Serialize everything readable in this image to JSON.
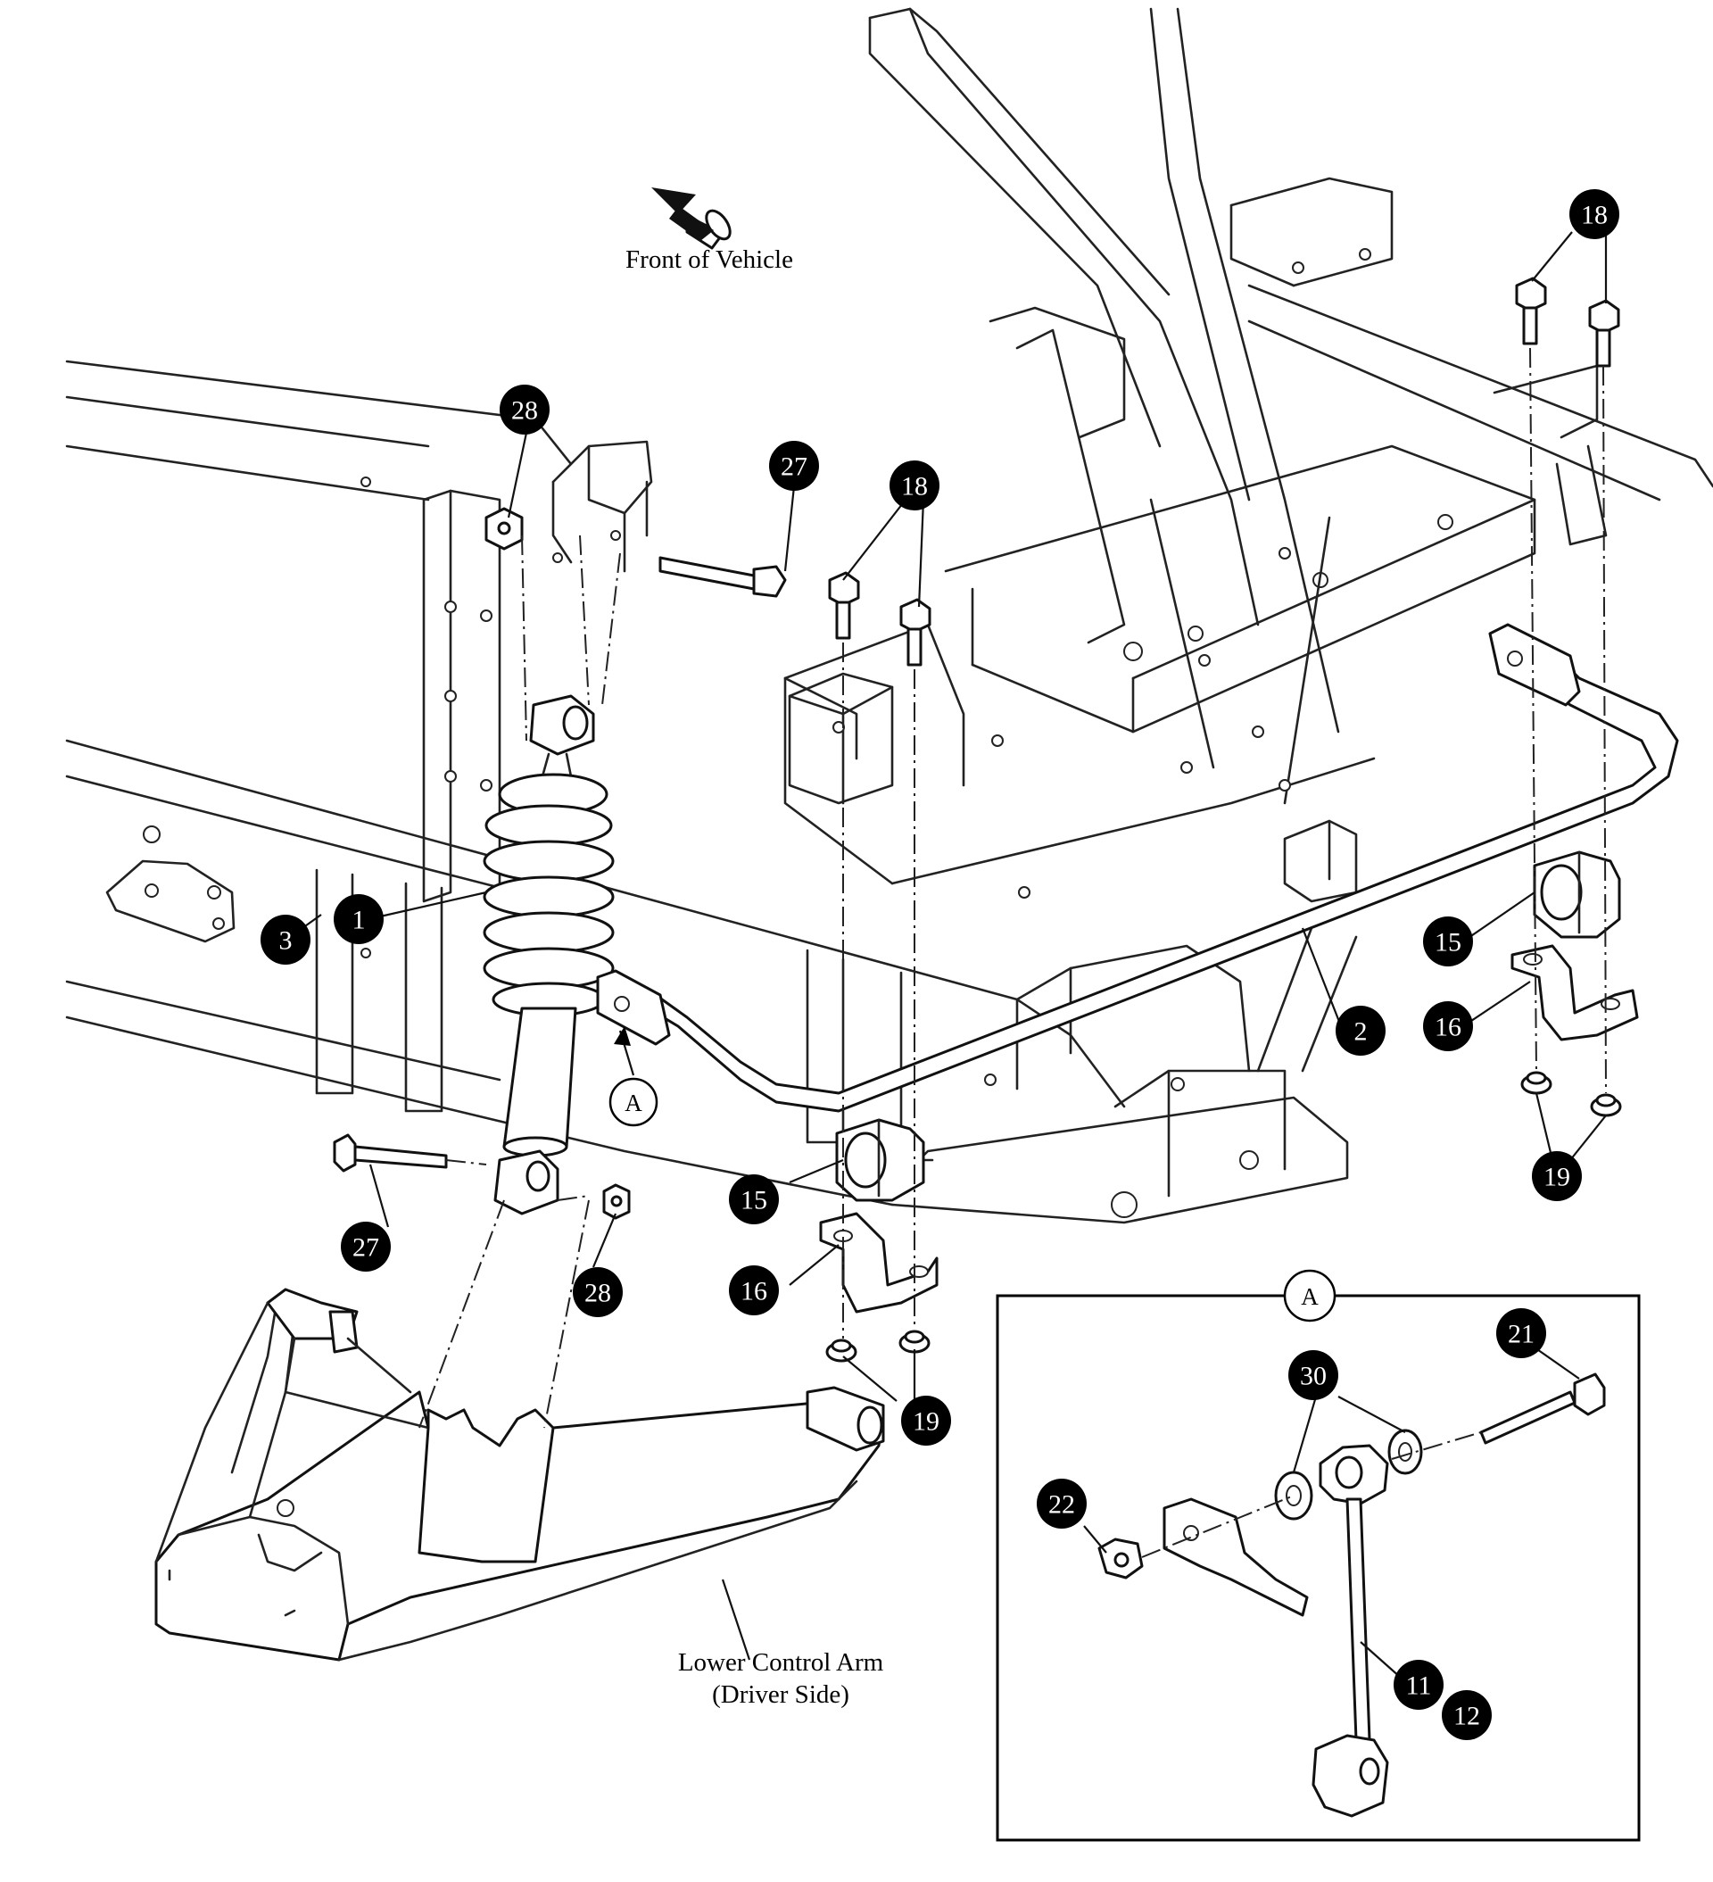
{
  "labels": {
    "front_of_vehicle": "Front of Vehicle",
    "lower_control_arm_line1": "Lower Control Arm",
    "lower_control_arm_line2": "(Driver Side)"
  },
  "view_refs": {
    "main": "A",
    "detail": "A"
  },
  "callouts": [
    {
      "id": "c1",
      "num": "1"
    },
    {
      "id": "c2",
      "num": "2"
    },
    {
      "id": "c3",
      "num": "3"
    },
    {
      "id": "c11",
      "num": "11"
    },
    {
      "id": "c12",
      "num": "12"
    },
    {
      "id": "c15a",
      "num": "15"
    },
    {
      "id": "c15b",
      "num": "15"
    },
    {
      "id": "c16a",
      "num": "16"
    },
    {
      "id": "c16b",
      "num": "16"
    },
    {
      "id": "c18a",
      "num": "18"
    },
    {
      "id": "c18b",
      "num": "18"
    },
    {
      "id": "c19a",
      "num": "19"
    },
    {
      "id": "c19b",
      "num": "19"
    },
    {
      "id": "c21",
      "num": "21"
    },
    {
      "id": "c22",
      "num": "22"
    },
    {
      "id": "c27a",
      "num": "27"
    },
    {
      "id": "c27b",
      "num": "27"
    },
    {
      "id": "c28a",
      "num": "28"
    },
    {
      "id": "c28b",
      "num": "28"
    },
    {
      "id": "c30",
      "num": "30"
    }
  ]
}
